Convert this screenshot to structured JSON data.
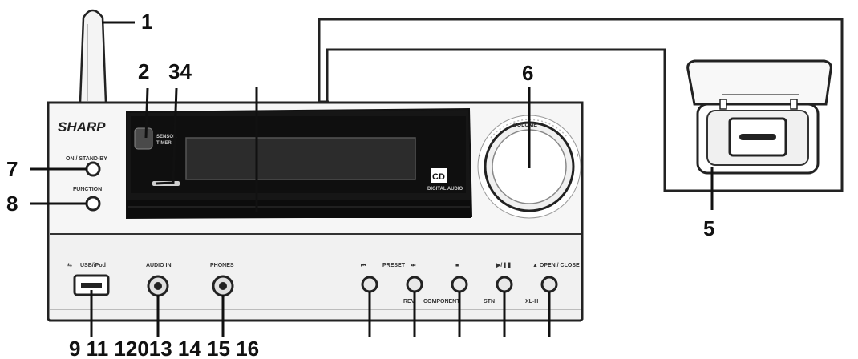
{
  "diagram": {
    "brand": "SHARP",
    "callouts": {
      "c1": "1",
      "c2": "2",
      "c34": "34",
      "c5": "5",
      "c6": "6",
      "c7": "7",
      "c8": "8",
      "bottom_left": "9 11 12013 14 15 16"
    },
    "front_labels": {
      "on_standby": "ON / STAND-BY",
      "function": "FUNCTION",
      "volume": "VOLUME",
      "usb": "USB/iPod",
      "audio_in": "AUDIO IN",
      "phones": "PHONES",
      "preset": "PRESET",
      "open_close": "▲ OPEN / CLOSE",
      "play_pause": "▶/❚❚",
      "stop": "■",
      "component": "COMPONENT",
      "rev": "REV",
      "stn": "STN",
      "model": "XL-H",
      "cd_logo": "CD",
      "cd_sub": "DIGITAL AUDIO"
    }
  }
}
